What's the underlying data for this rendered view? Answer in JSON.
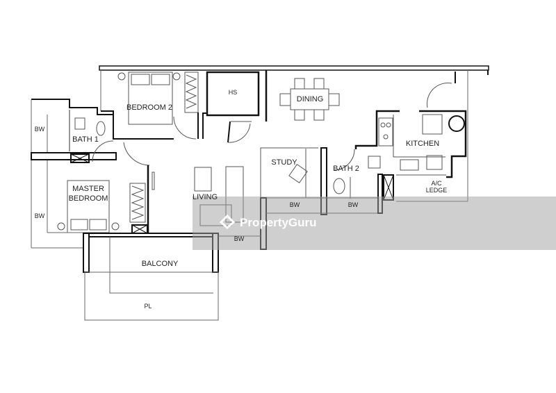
{
  "floorplan": {
    "rooms": {
      "bedroom2": "BEDROOM 2",
      "hs": "HS",
      "dining": "DINING",
      "bath1": "BATH 1",
      "kitchen": "KITCHEN",
      "study": "STUDY",
      "bath2": "BATH 2",
      "ac_ledge_1": "A/C",
      "ac_ledge_2": "LEDGE",
      "master_1": "MASTER",
      "master_2": "BEDROOM",
      "living": "LIVING",
      "balcony": "BALCONY",
      "pl": "PL"
    },
    "bay_windows": [
      "BW",
      "BW",
      "BW",
      "BW",
      "BW"
    ]
  },
  "watermark": {
    "brand": "PropertyGuru"
  }
}
